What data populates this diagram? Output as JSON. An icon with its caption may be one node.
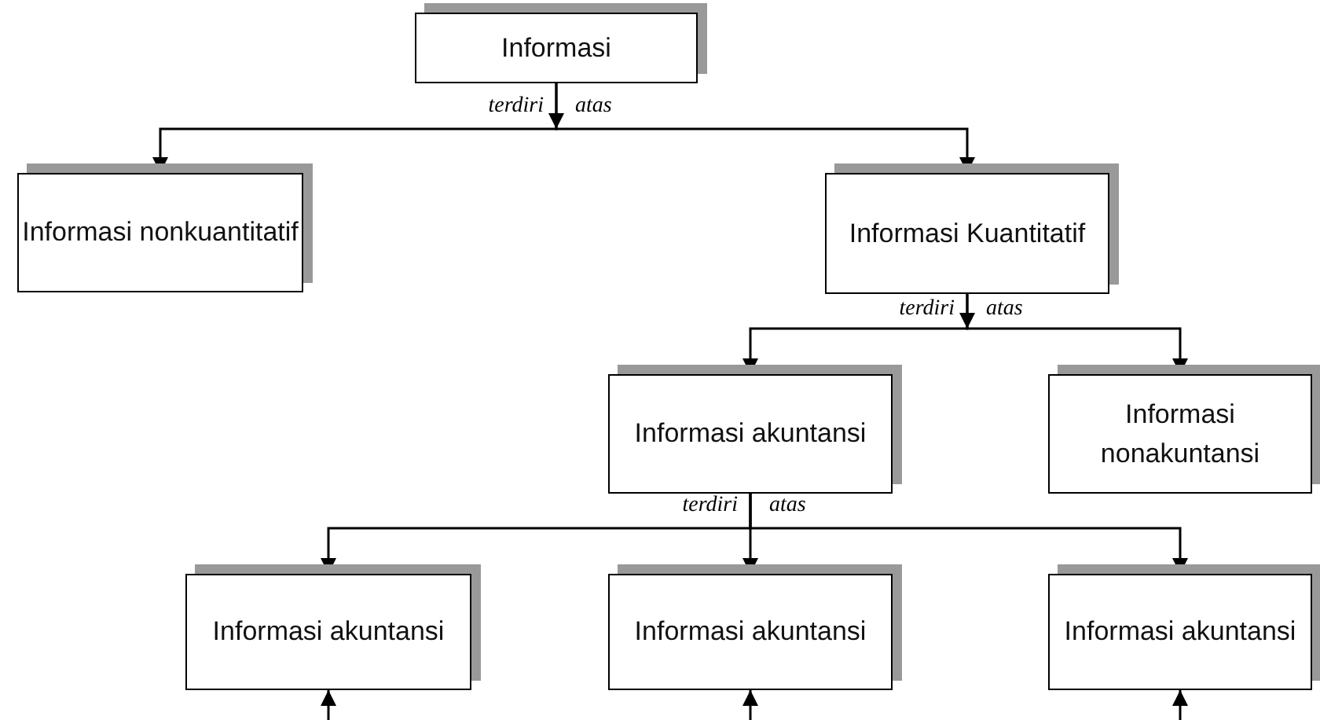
{
  "diagram": {
    "nodes": [
      {
        "text": [
          "Informasi"
        ]
      },
      {
        "text": [
          "Informasi nonkuantitatif"
        ]
      },
      {
        "text": [
          "Informasi Kuantitatif"
        ]
      },
      {
        "text": [
          "Informasi akuntansi"
        ]
      },
      {
        "text": [
          "Informasi nonakuntansi"
        ]
      },
      {
        "text": [
          "Informasi akuntansi"
        ]
      },
      {
        "text": [
          "Informasi akuntansi"
        ]
      },
      {
        "text": [
          "Informasi akuntansi"
        ]
      }
    ],
    "edges": [
      {
        "from": 0,
        "to": 1,
        "arrow": "to"
      },
      {
        "from": 0,
        "to": 2,
        "arrow": "to"
      },
      {
        "from": 2,
        "to": 3,
        "arrow": "to"
      },
      {
        "from": 2,
        "to": 4,
        "arrow": "to"
      },
      {
        "from": 3,
        "to": 5,
        "arrow": "to"
      },
      {
        "from": 3,
        "to": 6,
        "arrow": "to"
      },
      {
        "from": 3,
        "to": 7,
        "arrow": "to"
      },
      {
        "from": null,
        "to": 5,
        "arrow": "to"
      },
      {
        "from": null,
        "to": 6,
        "arrow": "to"
      },
      {
        "from": null,
        "to": 7,
        "arrow": "to"
      }
    ],
    "labels": [
      "terdiri",
      "atas",
      "terdiri",
      "atas",
      "terdiri",
      "atas"
    ]
  }
}
